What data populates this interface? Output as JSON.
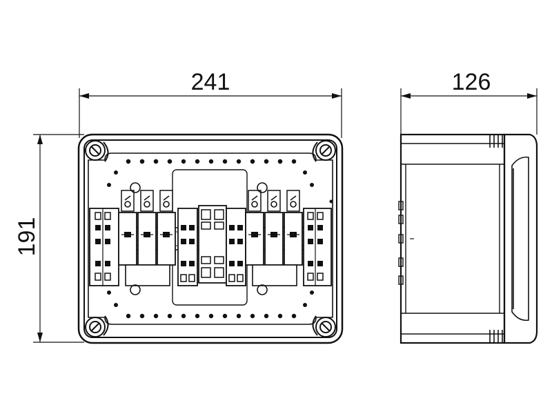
{
  "dimensions": {
    "width": "241",
    "height": "191",
    "depth": "126"
  },
  "colors": {
    "line": "#111111",
    "background": "#ffffff"
  }
}
